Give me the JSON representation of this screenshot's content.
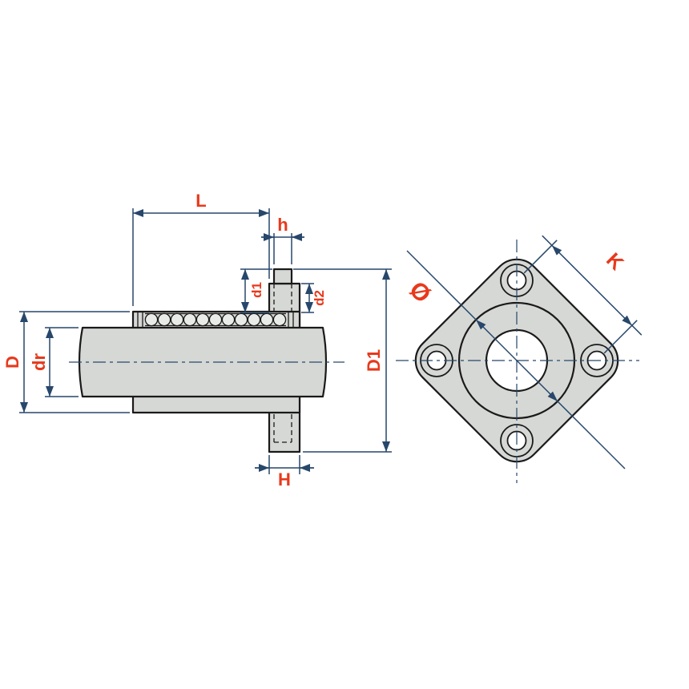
{
  "drawing": {
    "subject": "Flanged linear ball bearing - dimensioned technical drawing, side section and front view",
    "labels": {
      "L": "L",
      "h": "h",
      "d1": "d1",
      "d2": "d2",
      "D": "D",
      "dr": "dr",
      "D1": "D1",
      "H": "H",
      "diameter": "Ø",
      "K": "K"
    },
    "colors": {
      "label_text": "#e8391c",
      "dimension_line": "#27476b",
      "part_outline": "#1a1a1a",
      "part_fill": "#d6d8d5",
      "background": "#ffffff"
    }
  }
}
